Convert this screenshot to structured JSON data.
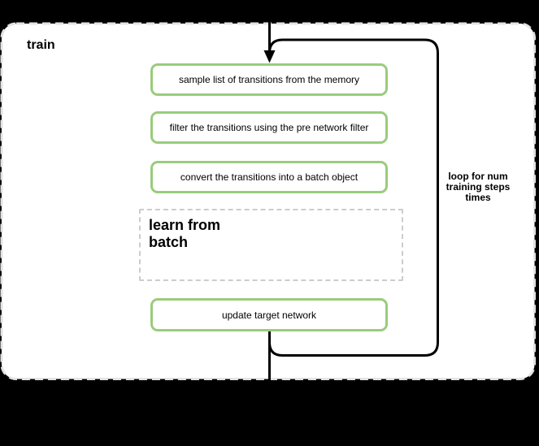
{
  "diagram": {
    "frame_title": "train",
    "steps": [
      {
        "label": "sample list of transitions from the memory"
      },
      {
        "label": "filter the transitions using the pre network filter"
      },
      {
        "label": "convert the transitions into a batch object"
      }
    ],
    "subprocess_label": "learn from\nbatch",
    "final_step_label": "update target network",
    "loop_annotation": "loop for num\ntraining steps\ntimes",
    "colors": {
      "background": "#000000",
      "frame_fill": "#ffffff",
      "frame_border": "#e3e3e3",
      "step_border": "#9acc7c",
      "subprocess_border": "#cccccc",
      "connector": "#000000",
      "text": "#000000"
    }
  }
}
